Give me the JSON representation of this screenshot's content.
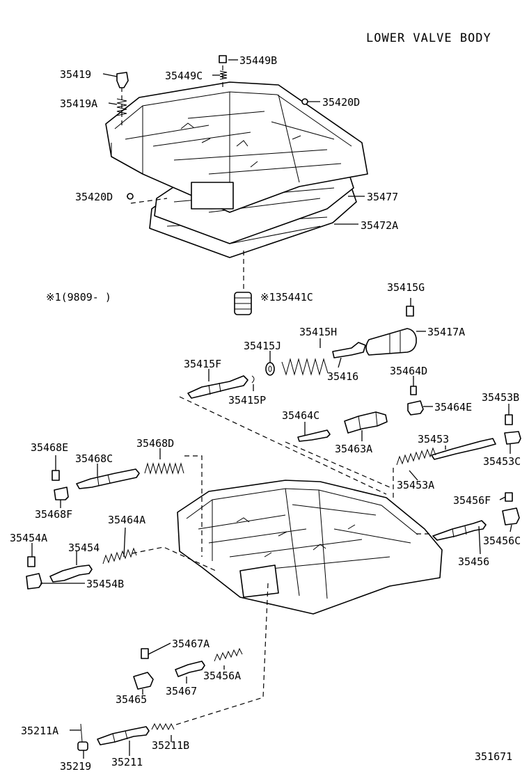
{
  "title": "LOWER VALVE BODY",
  "figure_number": "351671",
  "note": "※1(9809-      )",
  "parts": [
    "35419",
    "35449B",
    "35449C",
    "35419A",
    "35420D",
    "35420D",
    "35477",
    "35472A",
    "※135441C",
    "35415G",
    "35415H",
    "35417A",
    "35415J",
    "35415F",
    "35416",
    "35415P",
    "35464D",
    "35464E",
    "35453B",
    "35464C",
    "35453",
    "35463A",
    "35453C",
    "35468E",
    "35468D",
    "35468C",
    "35453A",
    "35468F",
    "35456F",
    "35464A",
    "35454A",
    "35454",
    "35456C",
    "35456",
    "35454B",
    "35467A",
    "35456A",
    "35467",
    "35465",
    "35211A",
    "35211B",
    "35219",
    "35211"
  ]
}
